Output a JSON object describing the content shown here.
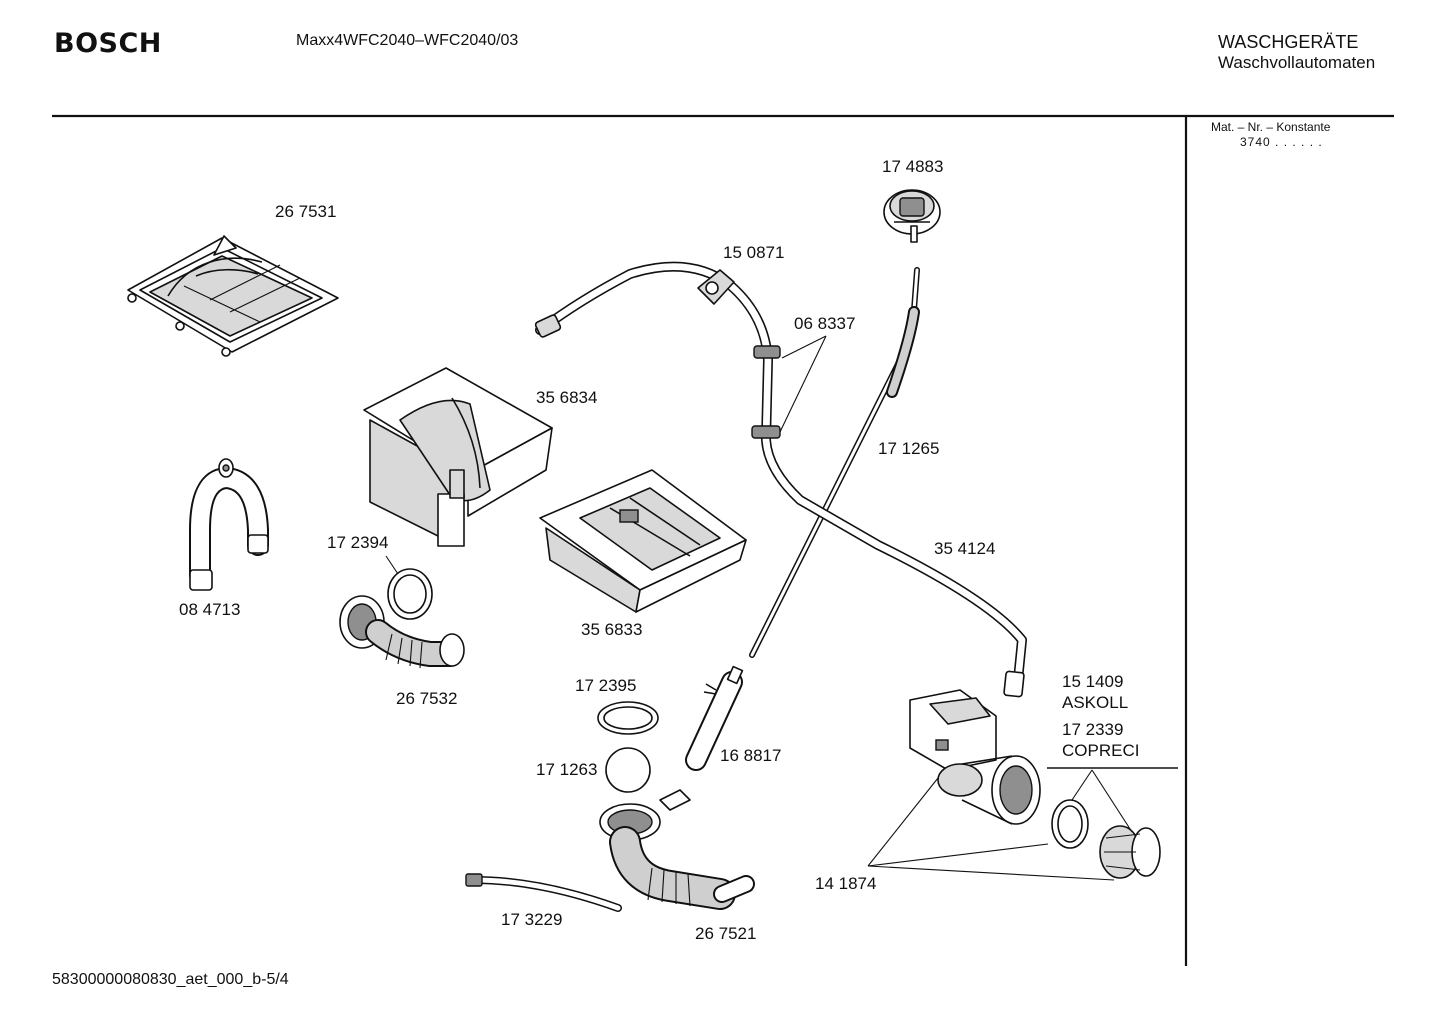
{
  "header": {
    "brand": "BOSCH",
    "model": "Maxx4WFC2040–WFC2040/03",
    "category_line1": "WASCHGERÄTE",
    "category_line2": "Waschvollautomaten"
  },
  "sidebar": {
    "mat_label": "Mat. – Nr. – Konstante",
    "mat_value": "3740 . . . . . ."
  },
  "parts": [
    {
      "id": "p267531",
      "label": "26 7531"
    },
    {
      "id": "p174883",
      "label": "17 4883"
    },
    {
      "id": "p150871",
      "label": "15 0871"
    },
    {
      "id": "p068337",
      "label": "06 8337"
    },
    {
      "id": "p356834",
      "label": "35 6834"
    },
    {
      "id": "p171265",
      "label": "17 1265"
    },
    {
      "id": "p172394",
      "label": "17 2394"
    },
    {
      "id": "p084713",
      "label": "08 4713"
    },
    {
      "id": "p354124",
      "label": "35 4124"
    },
    {
      "id": "p356833",
      "label": "35 6833"
    },
    {
      "id": "p267532",
      "label": "26 7532"
    },
    {
      "id": "p172395",
      "label": "17 2395"
    },
    {
      "id": "p151409",
      "label": "15 1409"
    },
    {
      "id": "askoll",
      "label": "ASKOLL"
    },
    {
      "id": "p172339",
      "label": "17 2339"
    },
    {
      "id": "copreci",
      "label": "COPRECI"
    },
    {
      "id": "p168817",
      "label": "16 8817"
    },
    {
      "id": "p171263",
      "label": "17 1263"
    },
    {
      "id": "p141874",
      "label": "14 1874"
    },
    {
      "id": "p173229",
      "label": "17 3229"
    },
    {
      "id": "p267521",
      "label": "26 7521"
    }
  ],
  "footer": {
    "code": "58300000080830_aet_000_b-5/4"
  }
}
